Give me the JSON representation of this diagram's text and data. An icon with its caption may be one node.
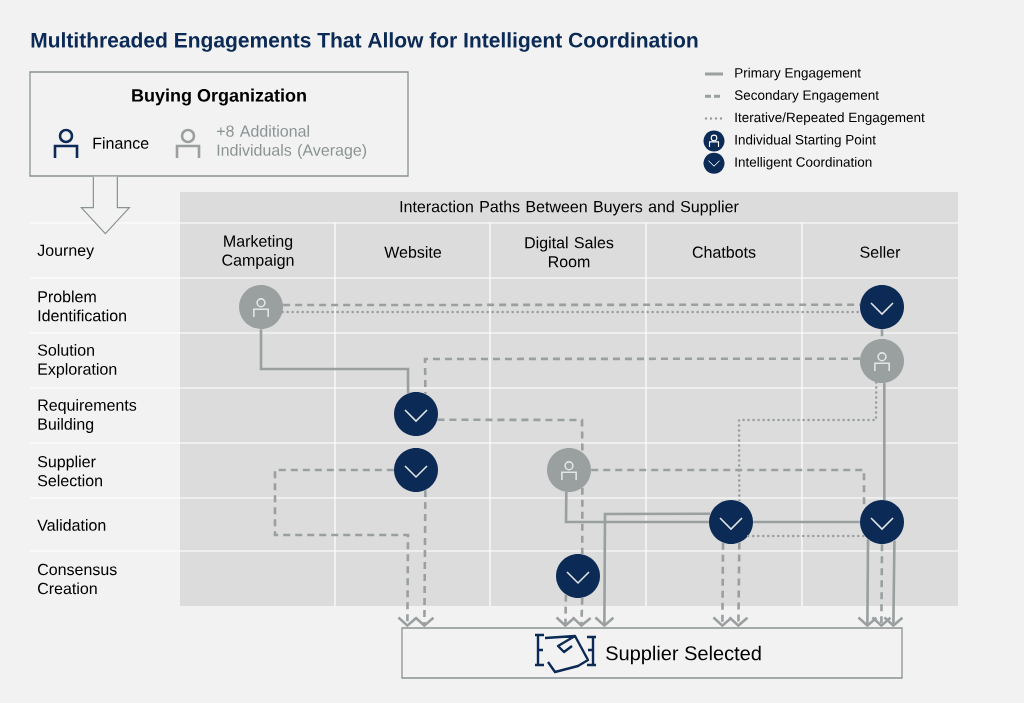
{
  "diagram": {
    "title": "Multithreaded Engagements That Allow for Intelligent Coordination",
    "nodes": [
      {
        "text": [
          "Buying Organization",
          "Finance",
          "+8 Additional Individuals (Average)"
        ]
      },
      {
        "text": [],
        "shape": "person"
      },
      {
        "text": [],
        "shape": "circle"
      },
      {
        "text": [],
        "shape": "person"
      },
      {
        "text": [],
        "shape": "circle"
      },
      {
        "text": [],
        "shape": "circle"
      },
      {
        "text": [],
        "shape": "person"
      },
      {
        "text": [],
        "shape": "circle"
      },
      {
        "text": [],
        "shape": "circle"
      },
      {
        "text": [],
        "shape": "circle"
      },
      {
        "text": [
          "Supplier Selected"
        ]
      }
    ],
    "edges": [
      {
        "from": 1,
        "to": 2,
        "arrow": "none",
        "style": "dashed"
      },
      {
        "from": 1,
        "to": 2,
        "arrow": "none",
        "style": "dashed"
      },
      {
        "from": 1,
        "to": 4,
        "arrow": "none"
      },
      {
        "from": 2,
        "to": 3,
        "arrow": "none",
        "style": "dashed"
      },
      {
        "from": 3,
        "to": 4,
        "arrow": "none",
        "style": "dashed"
      },
      {
        "from": 3,
        "to": 7,
        "arrow": "none",
        "style": "dashed"
      },
      {
        "from": 4,
        "to": 6,
        "arrow": "none",
        "style": "dashed"
      },
      {
        "from": 5,
        "to": 10,
        "arrow": "to",
        "style": "dashed"
      },
      {
        "from": 5,
        "to": 10,
        "arrow": "to",
        "style": "dashed"
      },
      {
        "from": 6,
        "to": 7,
        "arrow": "none"
      },
      {
        "from": 6,
        "to": 8,
        "arrow": "none",
        "style": "dashed"
      },
      {
        "from": 7,
        "to": 8,
        "arrow": "none"
      },
      {
        "from": 3,
        "to": 8,
        "arrow": "none"
      },
      {
        "from": 6,
        "to": 9,
        "arrow": "none",
        "style": "dashed"
      },
      {
        "from": 9,
        "to": 10,
        "arrow": "to",
        "style": "dashed"
      },
      {
        "from": 9,
        "to": 10,
        "arrow": "to",
        "style": "dashed"
      },
      {
        "from": 7,
        "to": 10,
        "arrow": "to"
      },
      {
        "from": 7,
        "to": 10,
        "arrow": "to",
        "style": "dashed"
      },
      {
        "from": 7,
        "to": 10,
        "arrow": "to",
        "style": "dashed"
      },
      {
        "from": 8,
        "to": 10,
        "arrow": "to"
      },
      {
        "from": 8,
        "to": 10,
        "arrow": "to",
        "style": "dashed"
      },
      {
        "from": 8,
        "to": 10,
        "arrow": "to"
      },
      {
        "from": 7,
        "to": 8,
        "arrow": "none",
        "style": "dashed"
      },
      {
        "from": 0,
        "to": null,
        "arrow": "to"
      }
    ],
    "labels": [
      "Interaction Paths Between Buyers and Supplier",
      "Journey",
      "Marketing Campaign",
      "Website",
      "Digital Sales Room",
      "Chatbots",
      "Seller",
      "Problem Identification",
      "Solution Exploration",
      "Requirements Building",
      "Supplier Selection",
      "Validation",
      "Consensus Creation"
    ],
    "legend": [
      {
        "text": "Primary Engagement"
      },
      {
        "text": "Secondary Engagement"
      },
      {
        "text": "Iterative/Repeated Engagement"
      },
      {
        "text": "Individual Starting Point"
      },
      {
        "text": "Intelligent Coordination"
      }
    ]
  }
}
